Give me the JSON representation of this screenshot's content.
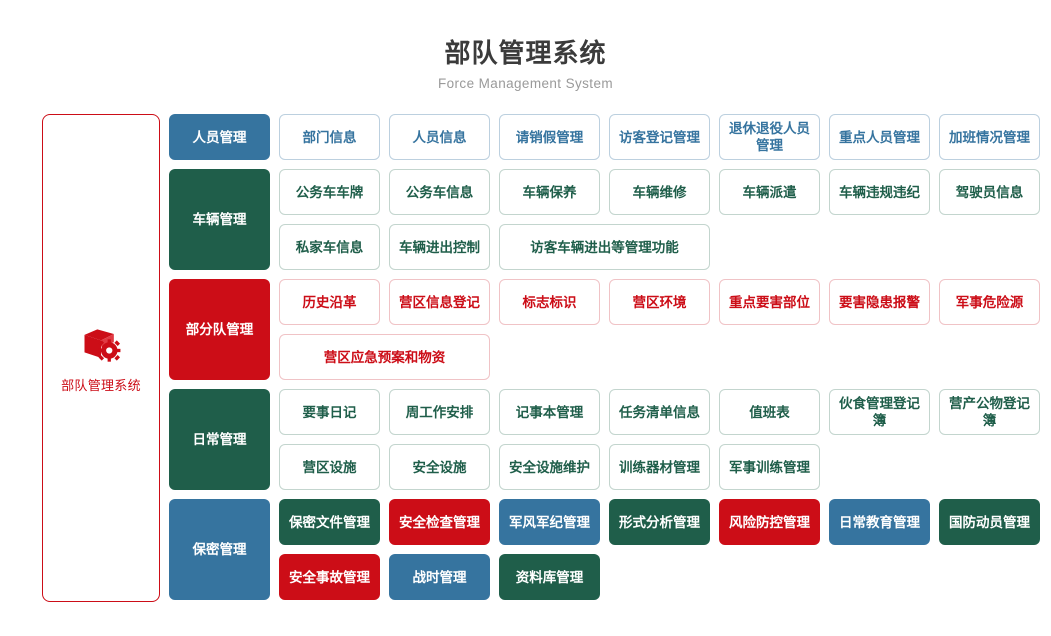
{
  "header": {
    "title": "部队管理系统",
    "subtitle": "Force Management System"
  },
  "sidebar": {
    "icon": "box-gear-icon",
    "label": "部队管理系统",
    "border_color": "#cc0d17",
    "text_color": "#cc0d17"
  },
  "colors": {
    "blue": "#36749f",
    "green": "#1f5e4a",
    "red": "#cc0d17"
  },
  "categories": [
    {
      "name": "人员管理",
      "color": "blue",
      "items": [
        {
          "label": "部门信息",
          "style": "outline",
          "color": "blue",
          "span": 1
        },
        {
          "label": "人员信息",
          "style": "outline",
          "color": "blue",
          "span": 1
        },
        {
          "label": "请销假管理",
          "style": "outline",
          "color": "blue",
          "span": 1
        },
        {
          "label": "访客登记管理",
          "style": "outline",
          "color": "blue",
          "span": 1
        },
        {
          "label": "退休退役人员管理",
          "style": "outline",
          "color": "blue",
          "span": 1
        },
        {
          "label": "重点人员管理",
          "style": "outline",
          "color": "blue",
          "span": 1
        },
        {
          "label": "加班情况管理",
          "style": "outline",
          "color": "blue",
          "span": 1
        }
      ]
    },
    {
      "name": "车辆管理",
      "color": "green",
      "items": [
        {
          "label": "公务车车牌",
          "style": "outline",
          "color": "green",
          "span": 1
        },
        {
          "label": "公务车信息",
          "style": "outline",
          "color": "green",
          "span": 1
        },
        {
          "label": "车辆保养",
          "style": "outline",
          "color": "green",
          "span": 1
        },
        {
          "label": "车辆维修",
          "style": "outline",
          "color": "green",
          "span": 1
        },
        {
          "label": "车辆派遣",
          "style": "outline",
          "color": "green",
          "span": 1
        },
        {
          "label": "车辆违规违纪",
          "style": "outline",
          "color": "green",
          "span": 1
        },
        {
          "label": "驾驶员信息",
          "style": "outline",
          "color": "green",
          "span": 1
        },
        {
          "label": "私家车信息",
          "style": "outline",
          "color": "green",
          "span": 1
        },
        {
          "label": "车辆进出控制",
          "style": "outline",
          "color": "green",
          "span": 1
        },
        {
          "label": "访客车辆进出等管理功能",
          "style": "outline",
          "color": "green",
          "span": 2
        }
      ]
    },
    {
      "name": "部分队管理",
      "color": "red",
      "items": [
        {
          "label": "历史沿革",
          "style": "outline",
          "color": "red",
          "span": 1
        },
        {
          "label": "营区信息登记",
          "style": "outline",
          "color": "red",
          "span": 1
        },
        {
          "label": "标志标识",
          "style": "outline",
          "color": "red",
          "span": 1
        },
        {
          "label": "营区环境",
          "style": "outline",
          "color": "red",
          "span": 1
        },
        {
          "label": "重点要害部位",
          "style": "outline",
          "color": "red",
          "span": 1
        },
        {
          "label": "要害隐患报警",
          "style": "outline",
          "color": "red",
          "span": 1
        },
        {
          "label": "军事危险源",
          "style": "outline",
          "color": "red",
          "span": 1
        },
        {
          "label": "营区应急预案和物资",
          "style": "outline",
          "color": "red",
          "span": 2
        }
      ]
    },
    {
      "name": "日常管理",
      "color": "green",
      "items": [
        {
          "label": "要事日记",
          "style": "outline",
          "color": "green",
          "span": 1
        },
        {
          "label": "周工作安排",
          "style": "outline",
          "color": "green",
          "span": 1
        },
        {
          "label": "记事本管理",
          "style": "outline",
          "color": "green",
          "span": 1
        },
        {
          "label": "任务清单信息",
          "style": "outline",
          "color": "green",
          "span": 1
        },
        {
          "label": "值班表",
          "style": "outline",
          "color": "green",
          "span": 1
        },
        {
          "label": "伙食管理登记簿",
          "style": "outline",
          "color": "green",
          "span": 1
        },
        {
          "label": "营产公物登记簿",
          "style": "outline",
          "color": "green",
          "span": 1
        },
        {
          "label": "营区设施",
          "style": "outline",
          "color": "green",
          "span": 1
        },
        {
          "label": "安全设施",
          "style": "outline",
          "color": "green",
          "span": 1
        },
        {
          "label": "安全设施维护",
          "style": "outline",
          "color": "green",
          "span": 1
        },
        {
          "label": "训练器材管理",
          "style": "outline",
          "color": "green",
          "span": 1
        },
        {
          "label": "军事训练管理",
          "style": "outline",
          "color": "green",
          "span": 1
        }
      ]
    },
    {
      "name": "保密管理",
      "color": "blue",
      "items": [
        {
          "label": "保密文件管理",
          "style": "solid",
          "color": "green",
          "span": 1
        },
        {
          "label": "安全检查管理",
          "style": "solid",
          "color": "red",
          "span": 1
        },
        {
          "label": "军风军纪管理",
          "style": "solid",
          "color": "blue",
          "span": 1
        },
        {
          "label": "形式分析管理",
          "style": "solid",
          "color": "green",
          "span": 1
        },
        {
          "label": "风险防控管理",
          "style": "solid",
          "color": "red",
          "span": 1
        },
        {
          "label": "日常教育管理",
          "style": "solid",
          "color": "blue",
          "span": 1
        },
        {
          "label": "国防动员管理",
          "style": "solid",
          "color": "green",
          "span": 1
        },
        {
          "label": "安全事故管理",
          "style": "solid",
          "color": "red",
          "span": 1
        },
        {
          "label": "战时管理",
          "style": "solid",
          "color": "blue",
          "span": 1
        },
        {
          "label": "资料库管理",
          "style": "solid",
          "color": "green",
          "span": 1
        }
      ]
    }
  ]
}
